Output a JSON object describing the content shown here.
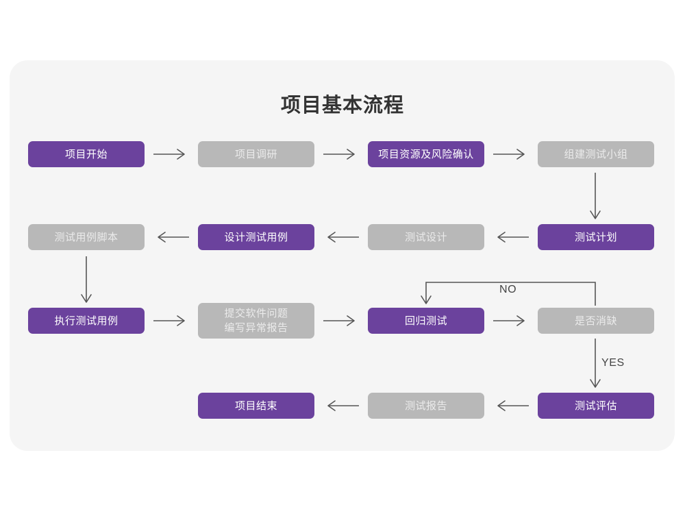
{
  "panel": {
    "background_color": "#F5F5F5",
    "page_background_color": "#FFFFFF"
  },
  "header": {
    "title": "项目基本流程"
  },
  "theme": {
    "accent_purple": "#6B429D",
    "muted_gray": "#B8B8B8",
    "connector_gray": "#555555",
    "title_color": "#333333"
  },
  "chart_data": {
    "type": "diagram",
    "title": "项目基本流程",
    "nodes": [
      {
        "id": "n1",
        "label": "项目开始",
        "style": "purple",
        "row": 1,
        "col": 1
      },
      {
        "id": "n2",
        "label": "项目调研",
        "style": "gray",
        "row": 1,
        "col": 2
      },
      {
        "id": "n3",
        "label": "项目资源及风险确认",
        "style": "purple",
        "row": 1,
        "col": 3
      },
      {
        "id": "n4",
        "label": "组建测试小组",
        "style": "gray",
        "row": 1,
        "col": 4
      },
      {
        "id": "n5",
        "label": "测试计划",
        "style": "purple",
        "row": 2,
        "col": 4
      },
      {
        "id": "n6",
        "label": "测试设计",
        "style": "gray",
        "row": 2,
        "col": 3
      },
      {
        "id": "n7",
        "label": "设计测试用例",
        "style": "purple",
        "row": 2,
        "col": 2
      },
      {
        "id": "n8",
        "label": "测试用例脚本",
        "style": "gray",
        "row": 2,
        "col": 1
      },
      {
        "id": "n9",
        "label": "执行测试用例",
        "style": "purple",
        "row": 3,
        "col": 1
      },
      {
        "id": "n10",
        "label": "提交软件问题\n编写异常报告",
        "style": "gray",
        "row": 3,
        "col": 2
      },
      {
        "id": "n11",
        "label": "回归测试",
        "style": "purple",
        "row": 3,
        "col": 3
      },
      {
        "id": "n12",
        "label": "是否消缺",
        "style": "gray",
        "row": 3,
        "col": 4
      },
      {
        "id": "n13",
        "label": "测试评估",
        "style": "purple",
        "row": 4,
        "col": 4
      },
      {
        "id": "n14",
        "label": "测试报告",
        "style": "gray",
        "row": 4,
        "col": 3
      },
      {
        "id": "n15",
        "label": "项目结束",
        "style": "purple",
        "row": 4,
        "col": 2
      }
    ],
    "edges": [
      {
        "from": "n1",
        "to": "n2",
        "label": "",
        "direction": "right"
      },
      {
        "from": "n2",
        "to": "n3",
        "label": "",
        "direction": "right"
      },
      {
        "from": "n3",
        "to": "n4",
        "label": "",
        "direction": "right"
      },
      {
        "from": "n4",
        "to": "n5",
        "label": "",
        "direction": "down"
      },
      {
        "from": "n5",
        "to": "n6",
        "label": "",
        "direction": "left"
      },
      {
        "from": "n6",
        "to": "n7",
        "label": "",
        "direction": "left"
      },
      {
        "from": "n7",
        "to": "n8",
        "label": "",
        "direction": "left"
      },
      {
        "from": "n8",
        "to": "n9",
        "label": "",
        "direction": "down"
      },
      {
        "from": "n9",
        "to": "n10",
        "label": "",
        "direction": "right"
      },
      {
        "from": "n10",
        "to": "n11",
        "label": "",
        "direction": "right"
      },
      {
        "from": "n11",
        "to": "n12",
        "label": "",
        "direction": "right"
      },
      {
        "from": "n12",
        "to": "n11",
        "label": "NO",
        "direction": "loop-up-left"
      },
      {
        "from": "n12",
        "to": "n13",
        "label": "YES",
        "direction": "down"
      },
      {
        "from": "n13",
        "to": "n14",
        "label": "",
        "direction": "left"
      },
      {
        "from": "n14",
        "to": "n15",
        "label": "",
        "direction": "left"
      }
    ],
    "edge_labels": {
      "no": "NO",
      "yes": "YES"
    }
  }
}
